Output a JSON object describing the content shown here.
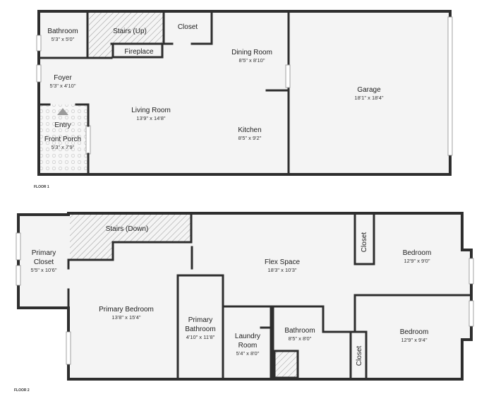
{
  "colors": {
    "wall": "#2e2e2e",
    "floor_fill": "#f4f4f4",
    "hatch": "#9a9a9a",
    "porch_tile": "#dcdcdc",
    "background": "#ffffff"
  },
  "floor1": {
    "label": "FLOOR 1",
    "rooms": {
      "bathroom": {
        "name": "Bathroom",
        "dim": "5'3\" x 5'0\""
      },
      "stairs_up": {
        "name": "Stairs (Up)"
      },
      "closet": {
        "name": "Closet"
      },
      "fireplace": {
        "name": "Fireplace"
      },
      "dining_room": {
        "name": "Dining Room",
        "dim": "8'5\" x 8'10\""
      },
      "foyer": {
        "name": "Foyer",
        "dim": "5'3\" x 4'10\""
      },
      "living_room": {
        "name": "Living Room",
        "dim": "13'9\" x 14'8\""
      },
      "entry": {
        "name": "Entry"
      },
      "front_porch": {
        "name": "Front Porch",
        "dim": "5'3\" x 7'9\""
      },
      "kitchen": {
        "name": "Kitchen",
        "dim": "8'5\" x 9'2\""
      },
      "garage": {
        "name": "Garage",
        "dim": "18'1\" x 18'4\""
      }
    }
  },
  "floor2": {
    "label": "FLOOR 2",
    "rooms": {
      "stairs_down": {
        "name": "Stairs (Down)"
      },
      "primary_closet": {
        "name": "Primary",
        "name2": "Closet",
        "dim": "5'5\" x 10'6\""
      },
      "flex_space": {
        "name": "Flex Space",
        "dim": "18'3\" x 10'3\""
      },
      "closet_a": {
        "name": "Closet"
      },
      "bedroom_a": {
        "name": "Bedroom",
        "dim": "12'9\" x 9'0\""
      },
      "primary_bedroom": {
        "name": "Primary Bedroom",
        "dim": "13'8\" x 15'4\""
      },
      "primary_bathroom": {
        "name": "Primary",
        "name2": "Bathroom",
        "dim": "4'10\" x 11'8\""
      },
      "laundry_room": {
        "name": "Laundry",
        "name2": "Room",
        "dim": "5'4\" x 8'0\""
      },
      "bathroom2": {
        "name": "Bathroom",
        "dim": "8'5\" x 8'0\""
      },
      "closet_b": {
        "name": "Closet"
      },
      "bedroom_b": {
        "name": "Bedroom",
        "dim": "12'9\" x 9'4\""
      }
    }
  }
}
